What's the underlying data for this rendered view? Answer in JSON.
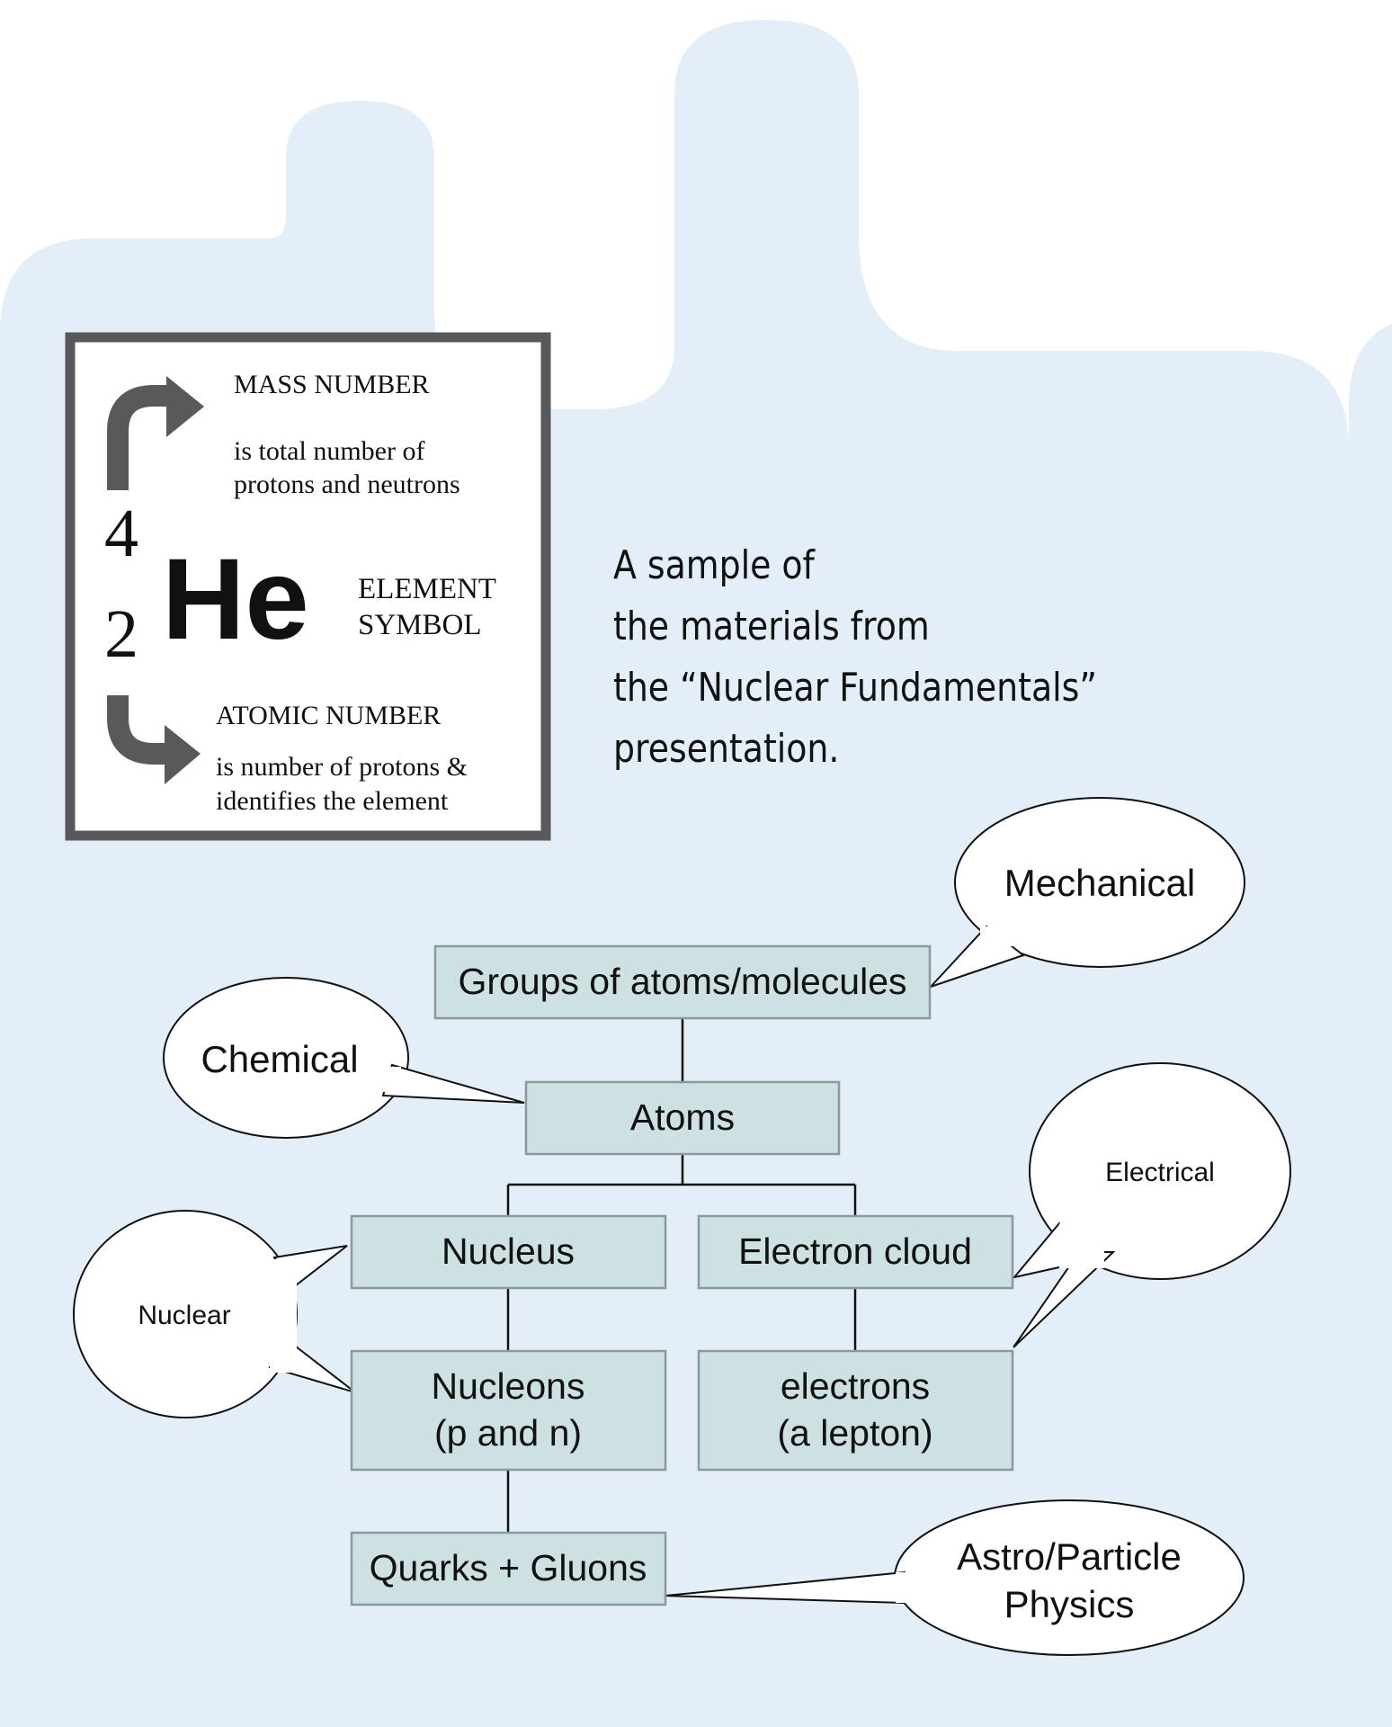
{
  "colors": {
    "background_blob": "#e3eef8",
    "node_fill": "#cde1e3",
    "node_stroke": "#8a9a9c",
    "card_border": "#58595b",
    "arrow": "#58595b",
    "text": "#111111"
  },
  "element_card": {
    "mass_number_label": "MASS NUMBER",
    "mass_number_desc_line1": "is total number of",
    "mass_number_desc_line2": "protons and neutrons",
    "mass_number": "4",
    "atomic_number": "2",
    "symbol": "He",
    "symbol_label_line1": "ELEMENT",
    "symbol_label_line2": "SYMBOL",
    "atomic_number_label": "ATOMIC NUMBER",
    "atomic_number_desc_line1": "is number of protons &",
    "atomic_number_desc_line2": "identifies the element"
  },
  "caption": {
    "line1": "A sample of",
    "line2": "the materials from",
    "line3": "the “Nuclear Fundamentals”",
    "line4": "presentation."
  },
  "hierarchy": {
    "nodes": {
      "groups": "Groups of atoms/molecules",
      "atoms": "Atoms",
      "nucleus": "Nucleus",
      "electron_cloud": "Electron cloud",
      "nucleons_line1": "Nucleons",
      "nucleons_line2": "(p and n)",
      "electrons_line1": "electrons",
      "electrons_line2": "(a lepton)",
      "quarks": "Quarks + Gluons"
    },
    "callouts": {
      "mechanical": "Mechanical",
      "chemical": "Chemical",
      "electrical": "Electrical",
      "nuclear": "Nuclear",
      "astro_line1": "Astro/Particle",
      "astro_line2": "Physics"
    }
  }
}
